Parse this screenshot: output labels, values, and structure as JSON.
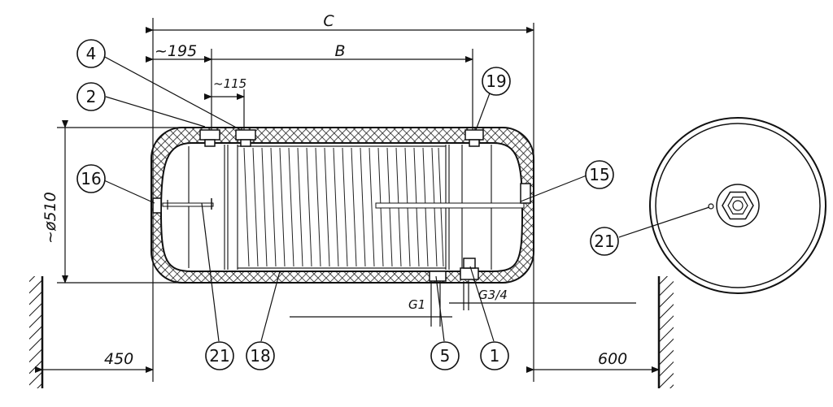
{
  "dimensions": {
    "C": "C",
    "B": "B",
    "d195": "~195",
    "d115": "~115",
    "dia": "~ø510",
    "g1": "G1",
    "g34": "G3/4",
    "d450": "450",
    "d600": "600"
  },
  "callouts": {
    "c1": "1",
    "c2": "2",
    "c4": "4",
    "c5": "5",
    "c15": "15",
    "c16": "16",
    "c18": "18",
    "c19": "19",
    "c21a": "21",
    "c21b": "21"
  }
}
